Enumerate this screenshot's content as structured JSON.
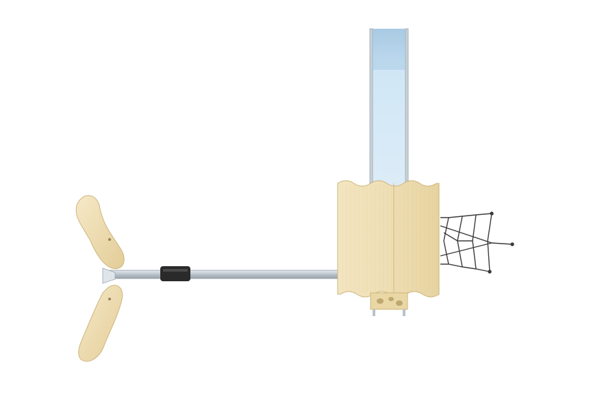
{
  "scene": {
    "background": "#ffffff",
    "colors": {
      "wood_light": "#f3e6c2",
      "wood_mid": "#e9d7a6",
      "wood_dark": "#d9c38a",
      "steel": "#b9c2c9",
      "steel_light": "#dfe5ea",
      "slide_blue": "#cfe6f6",
      "slide_blue_dark": "#a9cbe4",
      "rubber": "#2a2a2a",
      "net_rope": "#3a3a3a"
    },
    "components": [
      "slide",
      "tower-platform",
      "climbing-net",
      "balance-beam",
      "forked-log-support",
      "step-block"
    ]
  }
}
